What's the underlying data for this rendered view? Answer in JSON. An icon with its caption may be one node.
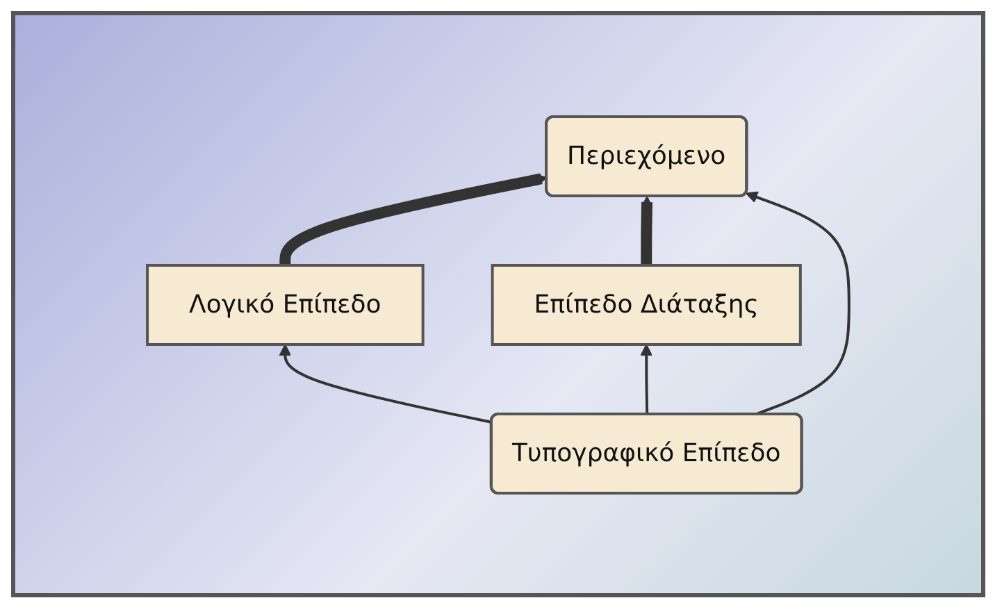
{
  "diagram": {
    "nodes": [
      {
        "text": [
          "Λογικό Επίπεδο"
        ]
      },
      {
        "text": [
          "Περιεχόμενο"
        ]
      },
      {
        "text": [
          "Επίπεδο Διάταξης"
        ]
      },
      {
        "text": [
          "Τυπογραφικό Επίπεδο"
        ]
      }
    ],
    "edges": [
      {
        "from": 0,
        "to": 1,
        "arrow": "to",
        "style": "thick"
      },
      {
        "from": 2,
        "to": 1,
        "arrow": "to",
        "style": "thick"
      },
      {
        "from": 3,
        "to": 0,
        "arrow": "to"
      },
      {
        "from": 3,
        "to": 1,
        "arrow": "to"
      },
      {
        "from": 3,
        "to": 2,
        "arrow": "to"
      }
    ]
  }
}
